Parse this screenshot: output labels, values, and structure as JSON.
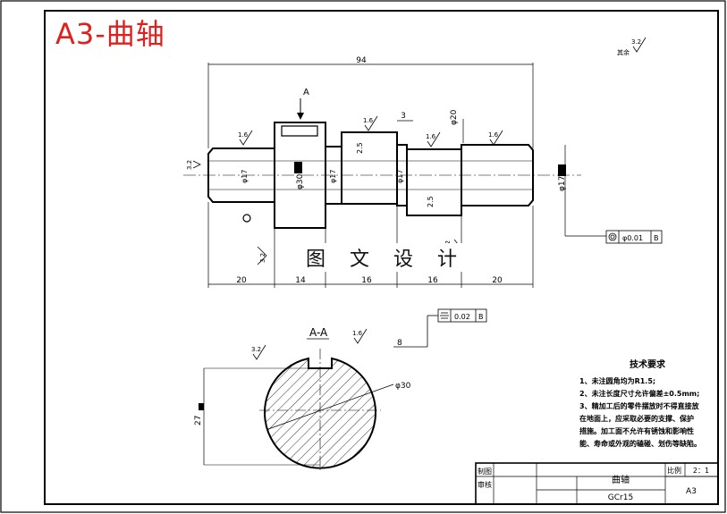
{
  "sheet": {
    "title": "A3-曲轴",
    "watermark": "图 文 设 计"
  },
  "dimensions": {
    "overall_length": "94",
    "seg1": "20",
    "seg2": "14",
    "seg3": "16",
    "seg4": "16",
    "seg5": "20",
    "groove": "3",
    "dia20": "φ20",
    "dia30": "φ30",
    "dia17": "φ17",
    "dia_a": "φ17",
    "dia_b": "φ17",
    "dia_c": "φ17",
    "chamfer_a": "2.5",
    "chamfer_b": "2.5",
    "key_depth": "27",
    "key_width": "8",
    "section_dia": "φ30"
  },
  "roughness": {
    "r1": "1.6",
    "r2": "1.6",
    "r3": "1.6",
    "r4": "1.6",
    "r5": "1.6",
    "r6": "3.2",
    "r7": "3.2",
    "r8": "3.2",
    "r9": "3.2",
    "r10": "3.2",
    "r11": "1.6",
    "corner": "3.2",
    "corner_label": "其余"
  },
  "tolerance": {
    "coaxiality_value": "φ0.01",
    "coaxiality_datum": "B",
    "symmetry_value": "0.02",
    "symmetry_datum": "B"
  },
  "section": {
    "label": "A-A",
    "view_mark": "A"
  },
  "tech_requirements": {
    "heading": "技术要求",
    "lines": [
      "1、未注圆角均为R1.5;",
      "2、未注长度尺寸允许偏差±0.5mm;",
      "3、精加工后的零件摆放时不得直接放",
      "在地面上，应采取必要的支撑、保护",
      "措施。加工面不允许有锈蚀和影响性",
      "能、寿命或外观的磕碰、划伤等缺陷。"
    ]
  },
  "title_block": {
    "drawn": "制图",
    "checked": "审核",
    "part_name": "曲轴",
    "scale_label": "比例",
    "scale": "2：1",
    "material": "GCr15",
    "size": "A3"
  }
}
